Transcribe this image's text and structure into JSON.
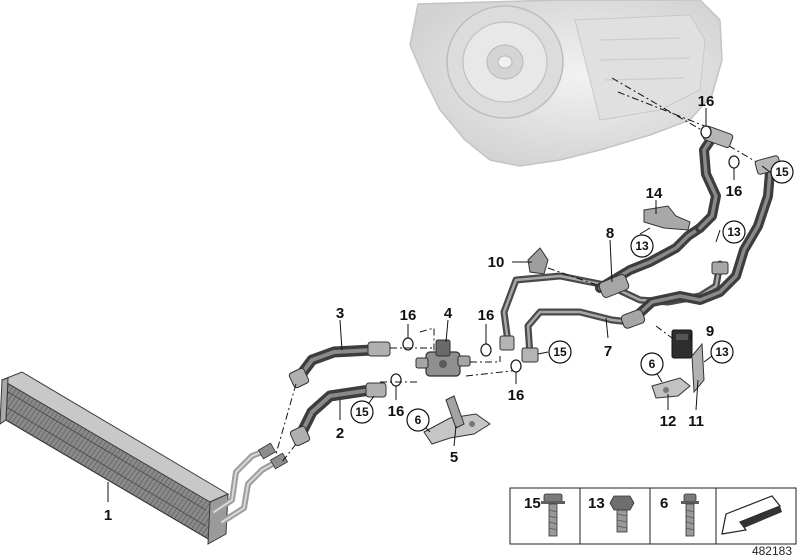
{
  "diagram": {
    "part_labels": {
      "l1": "1",
      "l2": "2",
      "l3": "3",
      "l4": "4",
      "l5": "5",
      "l7": "7",
      "l8": "8",
      "l9": "9",
      "l10": "10",
      "l11": "11",
      "l12": "12",
      "l14": "14",
      "l16a": "16",
      "l16b": "16",
      "l16c": "16",
      "l16d": "16",
      "l16e": "16",
      "l16f": "16"
    },
    "circled_labels": {
      "c15a": "15",
      "c15b": "15",
      "c15c": "15",
      "c13a": "13",
      "c13b": "13",
      "c13c": "13",
      "c6a": "6",
      "c6b": "6"
    },
    "legend": {
      "items": [
        {
          "label": "15",
          "icon": "flange-bolt-icon"
        },
        {
          "label": "13",
          "icon": "hex-bolt-icon"
        },
        {
          "label": "6",
          "icon": "collar-screw-icon"
        }
      ],
      "arrow_icon": "direction-arrow-icon"
    },
    "doc_id": "482183",
    "colors": {
      "hose_dark": "#555555",
      "hose_light": "#9a9a9a",
      "metal": "#b5b5b5",
      "transmission": "#e6e6e6",
      "ink": "#111111"
    }
  }
}
